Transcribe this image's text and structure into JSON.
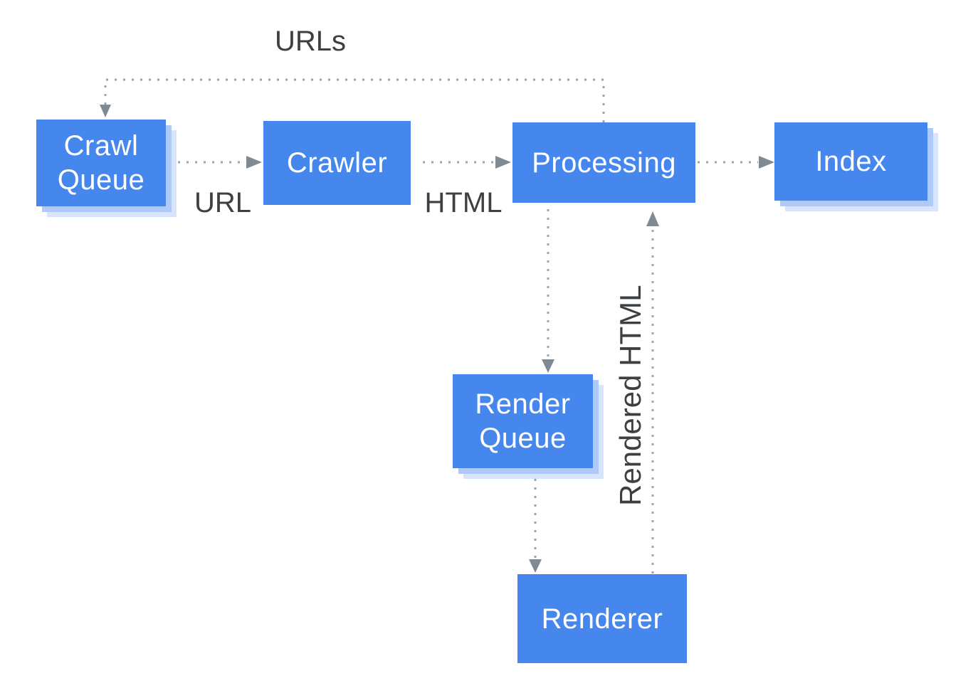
{
  "nodes": {
    "crawl_queue": {
      "label": "Crawl Queue"
    },
    "crawler": {
      "label": "Crawler"
    },
    "processing": {
      "label": "Processing"
    },
    "index": {
      "label": "Index"
    },
    "render_queue": {
      "label": "Render Queue"
    },
    "renderer": {
      "label": "Renderer"
    }
  },
  "edge_labels": {
    "urls": "URLs",
    "url": "URL",
    "html": "HTML",
    "rendered_html": "Rendered HTML"
  },
  "colors": {
    "node_fill": "#4687ee",
    "node_text": "#ffffff",
    "node_shadow_inner": "#aecaf8",
    "node_shadow_outer": "#d7e4fb",
    "connector": "#9aa5ad",
    "arrowhead": "#7e8a94",
    "label_text": "#3c4043",
    "background": "#ffffff"
  }
}
